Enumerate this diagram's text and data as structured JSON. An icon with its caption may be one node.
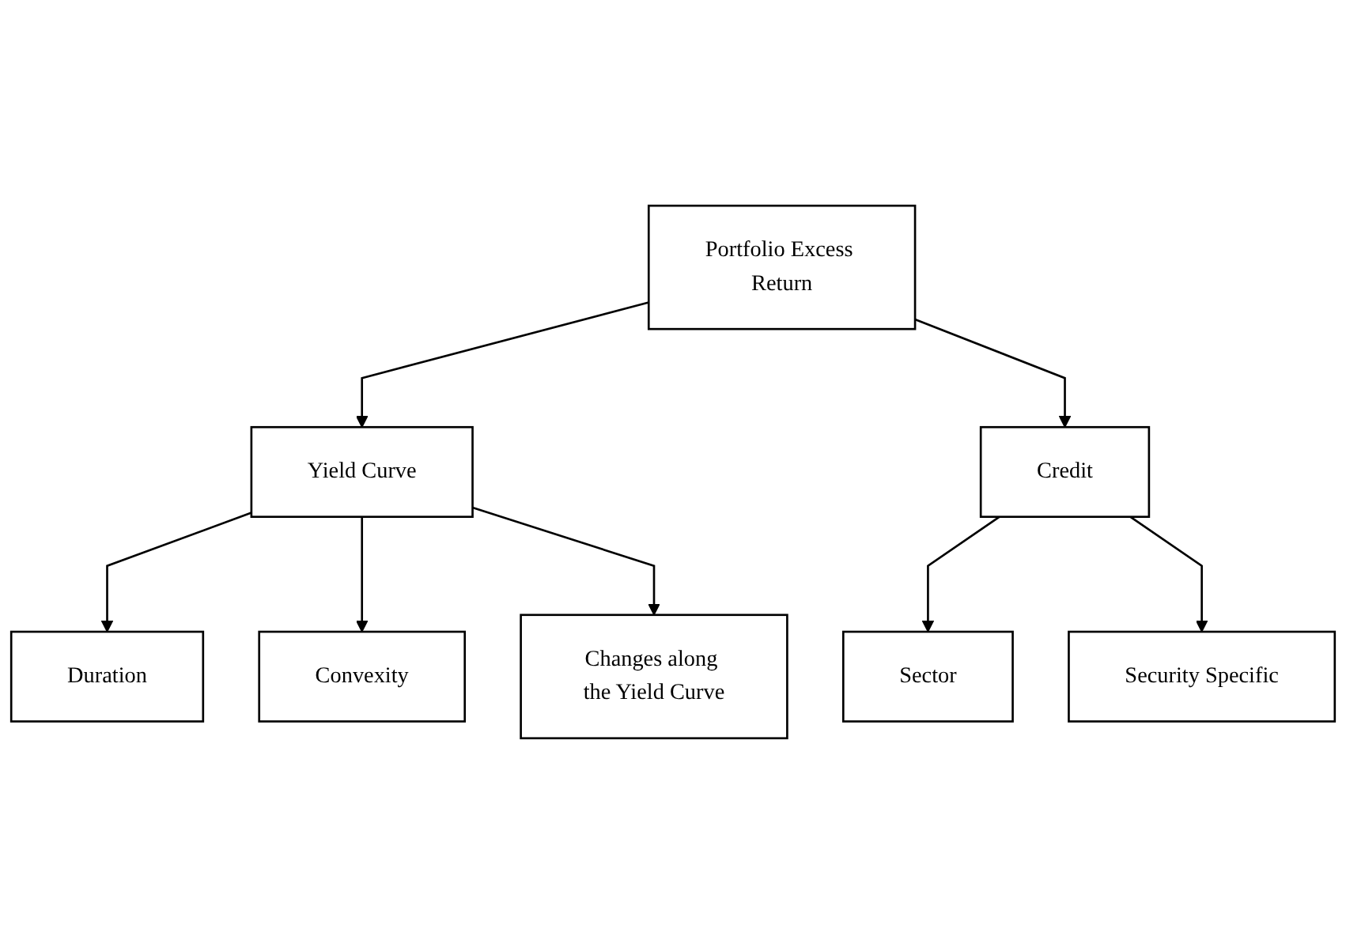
{
  "diagram": {
    "nodes": [
      {
        "text": [
          "Portfolio Excess Return"
        ]
      },
      {
        "text": [
          "Yield Curve"
        ]
      },
      {
        "text": [
          "Credit"
        ]
      },
      {
        "text": [
          "Duration"
        ]
      },
      {
        "text": [
          "Convexity"
        ]
      },
      {
        "text": [
          "Changes along the Yield Curve"
        ]
      },
      {
        "text": [
          "Sector"
        ]
      },
      {
        "text": [
          "Security Specific"
        ]
      }
    ],
    "edges": [
      {
        "from": 0,
        "to": 1,
        "arrow": "to"
      },
      {
        "from": 0,
        "to": 2,
        "arrow": "to"
      },
      {
        "from": 1,
        "to": 3,
        "arrow": "to"
      },
      {
        "from": 1,
        "to": 4,
        "arrow": "to"
      },
      {
        "from": 1,
        "to": 5,
        "arrow": "to"
      },
      {
        "from": 2,
        "to": 6,
        "arrow": "to"
      },
      {
        "from": 2,
        "to": 7,
        "arrow": "to"
      }
    ]
  }
}
